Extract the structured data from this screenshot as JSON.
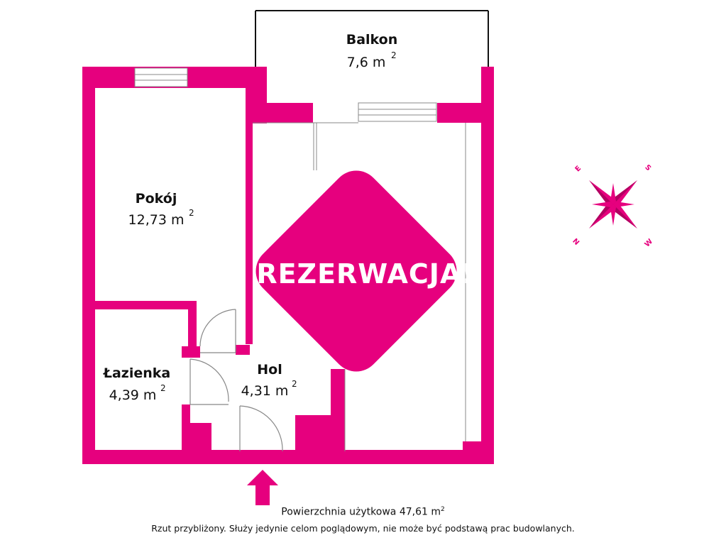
{
  "colors": {
    "wall": "#e6007e",
    "badge": "#e6007e",
    "text": "#111111",
    "window": "#ffffff"
  },
  "rooms": {
    "balkon": {
      "name": "Balkon",
      "area": "7,6 m",
      "unit_sup": "2"
    },
    "pokoj": {
      "name": "Pokój",
      "area": "12,73 m",
      "unit_sup": "2"
    },
    "lazienka": {
      "name": "Łazienka",
      "area": "4,39 m",
      "unit_sup": "2"
    },
    "hol": {
      "name": "Hol",
      "area": "4,31 m",
      "unit_sup": "2"
    }
  },
  "badge": {
    "text": "REZERWACJA!"
  },
  "compass": {
    "n": "N",
    "s": "S",
    "e": "E",
    "w": "W",
    "icon": "compass-rose-icon"
  },
  "entrance": {
    "icon": "entrance-arrow-icon"
  },
  "footer": {
    "area_label": "Powierzchnia użytkowa 47,61 m",
    "area_sup": "2",
    "disclaimer": "Rzut przybliżony. Służy jedynie celom poglądowym, nie może być podstawą prac budowlanych."
  }
}
